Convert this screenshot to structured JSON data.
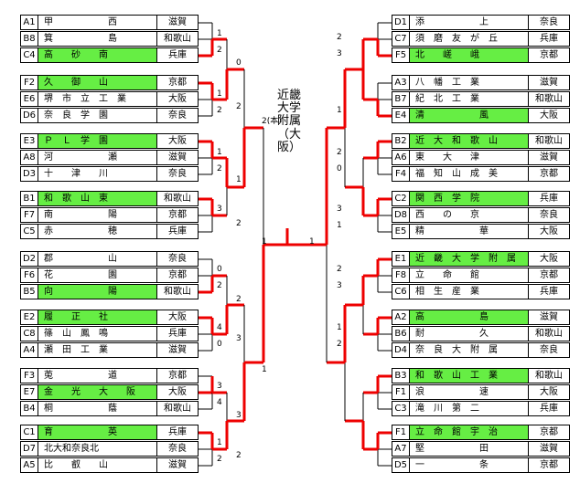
{
  "champion": "近畿大学附属（大阪）",
  "teams": [
    {
      "seed": "A1",
      "name": "甲　　　　　　西",
      "pref": "滋賀",
      "win": false
    },
    {
      "seed": "B8",
      "name": "箕　　　　　　島",
      "pref": "和歌山",
      "win": false
    },
    {
      "seed": "C4",
      "name": "高　　砂　　南",
      "pref": "兵庫",
      "win": true
    },
    {
      "seed": "F2",
      "name": "久　　御　　山",
      "pref": "京都",
      "win": true
    },
    {
      "seed": "E6",
      "name": "堺　市　立　工　業",
      "pref": "大阪",
      "win": false
    },
    {
      "seed": "D6",
      "name": "奈　良　学　園",
      "pref": "奈良",
      "win": false
    },
    {
      "seed": "E3",
      "name": "Ｐ　Ｌ　学　園",
      "pref": "大阪",
      "win": true
    },
    {
      "seed": "A8",
      "name": "河　　　　　　瀬",
      "pref": "滋賀",
      "win": false
    },
    {
      "seed": "D3",
      "name": "十　　津　　川",
      "pref": "奈良",
      "win": false
    },
    {
      "seed": "B1",
      "name": "和　歌　山　東",
      "pref": "和歌山",
      "win": true
    },
    {
      "seed": "F7",
      "name": "南　　　　　　陽",
      "pref": "京都",
      "win": false
    },
    {
      "seed": "C5",
      "name": "赤　　　　　　穂",
      "pref": "兵庫",
      "win": false
    },
    {
      "seed": "D2",
      "name": "郡　　　　　　山",
      "pref": "奈良",
      "win": false
    },
    {
      "seed": "F6",
      "name": "花　　　　　　園",
      "pref": "京都",
      "win": false
    },
    {
      "seed": "B5",
      "name": "向　　　　　　陽",
      "pref": "和歌山",
      "win": true
    },
    {
      "seed": "E2",
      "name": "履　　正　　社",
      "pref": "大阪",
      "win": true
    },
    {
      "seed": "C8",
      "name": "篠　山　鳳　鳴",
      "pref": "兵庫",
      "win": false
    },
    {
      "seed": "A4",
      "name": "瀬　田　工　業",
      "pref": "滋賀",
      "win": false
    },
    {
      "seed": "F3",
      "name": "莵　　　　　　道",
      "pref": "京都",
      "win": false
    },
    {
      "seed": "E7",
      "name": "金　　光　　大　　阪",
      "pref": "大阪",
      "win": true
    },
    {
      "seed": "B4",
      "name": "桐　　　　　　蔭",
      "pref": "和歌山",
      "win": false
    },
    {
      "seed": "C1",
      "name": "育　　　　　　英",
      "pref": "兵庫",
      "win": true
    },
    {
      "seed": "D7",
      "name": "北大和奈良北",
      "pref": "奈良",
      "win": false
    },
    {
      "seed": "A5",
      "name": "比　　叡　　山",
      "pref": "滋賀",
      "win": false
    },
    {
      "seed": "D1",
      "name": "添　　　　　　上",
      "pref": "奈良",
      "win": false
    },
    {
      "seed": "C7",
      "name": "須　磨　友　が　丘",
      "pref": "兵庫",
      "win": false
    },
    {
      "seed": "F5",
      "name": "北　　嵯　　峨",
      "pref": "京都",
      "win": true
    },
    {
      "seed": "A3",
      "name": "八　幡　工　業",
      "pref": "滋賀",
      "win": false
    },
    {
      "seed": "B7",
      "name": "紀　北　工　業",
      "pref": "和歌山",
      "win": false
    },
    {
      "seed": "E4",
      "name": "清　　　　　　風",
      "pref": "大阪",
      "win": true
    },
    {
      "seed": "B2",
      "name": "近　大　和　歌　山",
      "pref": "和歌山",
      "win": true
    },
    {
      "seed": "A6",
      "name": "東　　大　　津",
      "pref": "滋賀",
      "win": false
    },
    {
      "seed": "F4",
      "name": "福　知　山　成　美",
      "pref": "京都",
      "win": false
    },
    {
      "seed": "C2",
      "name": "関　西　学　院",
      "pref": "兵庫",
      "win": true
    },
    {
      "seed": "D8",
      "name": "西　　の　　京",
      "pref": "奈良",
      "win": false
    },
    {
      "seed": "E5",
      "name": "精　　　　　　華",
      "pref": "大阪",
      "win": false
    },
    {
      "seed": "E1",
      "name": "近　畿　大　学　附　属",
      "pref": "大阪",
      "win": true
    },
    {
      "seed": "F8",
      "name": "立　　命　　館",
      "pref": "京都",
      "win": false
    },
    {
      "seed": "C6",
      "name": "相　生　産　業",
      "pref": "兵庫",
      "win": false
    },
    {
      "seed": "A2",
      "name": "高　　　　　　島",
      "pref": "滋賀",
      "win": true
    },
    {
      "seed": "B6",
      "name": "耐　　　　　　久",
      "pref": "和歌山",
      "win": false
    },
    {
      "seed": "D4",
      "name": "奈　良　大　附　属",
      "pref": "奈良",
      "win": false
    },
    {
      "seed": "B3",
      "name": "和　歌　山　工　業",
      "pref": "和歌山",
      "win": true
    },
    {
      "seed": "F1",
      "name": "浪　　　　　　速",
      "pref": "大阪",
      "win": false
    },
    {
      "seed": "C3",
      "name": "滝　川　第　二",
      "pref": "兵庫",
      "win": false
    },
    {
      "seed": "F1",
      "name": "立　命　館　宇　治",
      "pref": "京都",
      "win": true
    },
    {
      "seed": "A7",
      "name": "堅　　　　　　田",
      "pref": "滋賀",
      "win": false
    },
    {
      "seed": "D5",
      "name": "一　　　　　　条",
      "pref": "京都",
      "win": false
    }
  ],
  "scores": [
    "1",
    "2",
    "1",
    "2",
    "1",
    "2",
    "3",
    "0",
    "2",
    "4",
    "0",
    "3",
    "4",
    "1",
    "2",
    "0",
    "2",
    "1",
    "2",
    "2",
    "3",
    "3",
    "2",
    "2(本)",
    "1",
    "1",
    "1",
    "2",
    "3",
    "1",
    "2",
    "0",
    "3",
    "1",
    "2",
    "3",
    "1",
    "2"
  ]
}
